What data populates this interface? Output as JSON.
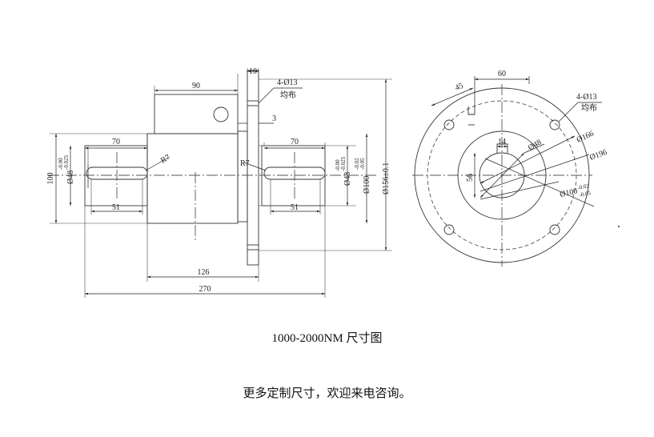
{
  "drawing": {
    "side_view": {
      "dim_90": "90",
      "dim_10": "10",
      "dim_4_holes": "4-Ø13",
      "dim_even": "均布",
      "dim_3": "3",
      "dim_70_left": "70",
      "dim_70_right": "70",
      "dim_r7_left": "R7",
      "dim_r7_right": "R7",
      "dim_100": "100",
      "dim_48_left": "Ø48",
      "tol_48_left_upper": "-0.00",
      "tol_48_left_lower": "-0.025",
      "dim_48_right": "Ø48",
      "tol_48_right_upper": "-0.00",
      "tol_48_right_lower": "-0.025",
      "dim_100_right": "Ø100",
      "tol_100_upper": "-0.02",
      "tol_100_lower": "-0.05",
      "dim_156": "Ø156±0.1",
      "dim_51_left": "51",
      "dim_51_right": "51",
      "dim_126": "126",
      "dim_270": "270"
    },
    "front_view": {
      "dim_60": "60",
      "dim_45": "45",
      "dim_4_holes": "4-Ø13",
      "dim_even": "均布",
      "dim_14": "14",
      "dim_56": "56",
      "dim_48": "Ø48",
      "dim_166": "Ø166",
      "dim_196": "Ø196",
      "dim_100": "Ø100",
      "tol_100_upper": "-0.02",
      "tol_100_lower": "-0.05"
    }
  },
  "captions": {
    "title": "1000-2000NM 尺寸图",
    "note": "更多定制尺寸，欢迎来电咨询。"
  }
}
